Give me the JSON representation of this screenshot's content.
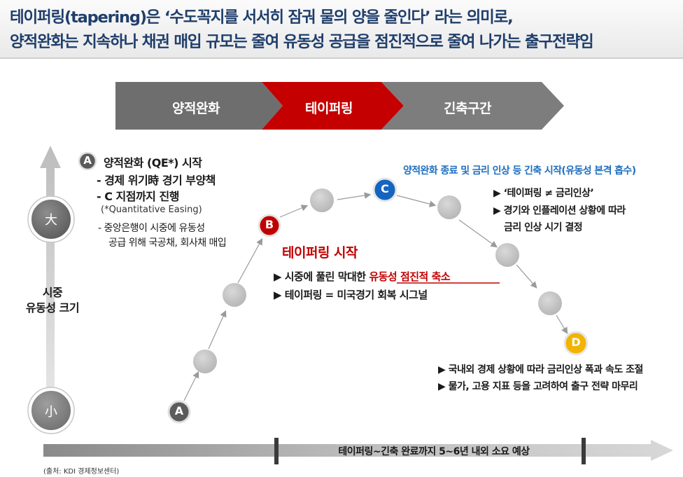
{
  "header": {
    "line1": "테이퍼링(tapering)은 ‘수도꼭지를 서서히 잠궈 물의 양을 줄인다’ 라는 의미로,",
    "line2": "양적완화는 지속하나 채권 매입 규모는 줄여 유동성 공급을 점진적으로 줄여 나가는 출구전략임"
  },
  "phases": [
    "양적완화",
    "테이퍼링",
    "긴축구간"
  ],
  "colors": {
    "header_text": "#1f3e6b",
    "phase_gray": "#6e6e6e",
    "phase_red": "#c40000",
    "accent_blue": "#1f6fbf",
    "accent_red": "#c00000",
    "marker_c": "#1565c0",
    "marker_d": "#f2b400"
  },
  "y_axis": {
    "high": "大",
    "low": "小",
    "label_line1": "시중",
    "label_line2": "유동성 크기"
  },
  "section_a": {
    "marker": "A",
    "title": "양적완화 (QE*) 시작",
    "bullet1": "- 경제 위기時 경기 부양책",
    "bullet2": "- C 지점까지 진행",
    "footnote": "(*Quantitative Easing)",
    "bullet3_line1": "-  중앙은행이 시중에 유동성",
    "bullet3_line2": "공급 위해 국공채, 회사채 매입"
  },
  "section_b": {
    "marker": "B",
    "title": "테이퍼링 시작",
    "bullet1_prefix": "▶ 시중에 풀린 막대한 ",
    "bullet1_highlight": "유동성 점진적 축소",
    "bullet2": "▶ 테이퍼링 = 미국경기 회복 시그널"
  },
  "section_c": {
    "marker": "C",
    "heading": "양적완화 종료 및 금리 인상 등 긴축 시작(유동성 본격 흡수)",
    "bullet1": "▶ ‘테이퍼링 ≠ 금리인상’",
    "bullet2_line1": "▶ 경기와 인플레이션 상황에 따라",
    "bullet2_line2": "금리 인상 시기 결정"
  },
  "section_d": {
    "marker": "D",
    "bullet1": "▶ 국내외 경제 상황에 따라 금리인상 폭과 속도 조절",
    "bullet2": "▶ 물가, 고용 지표 등을 고려하여 출구 전략 마무리"
  },
  "timeline_label": "테이퍼링~긴축 완료까지 5~6년 내외 소요 예상",
  "source": "(출처: KDI 경제정보센터)"
}
